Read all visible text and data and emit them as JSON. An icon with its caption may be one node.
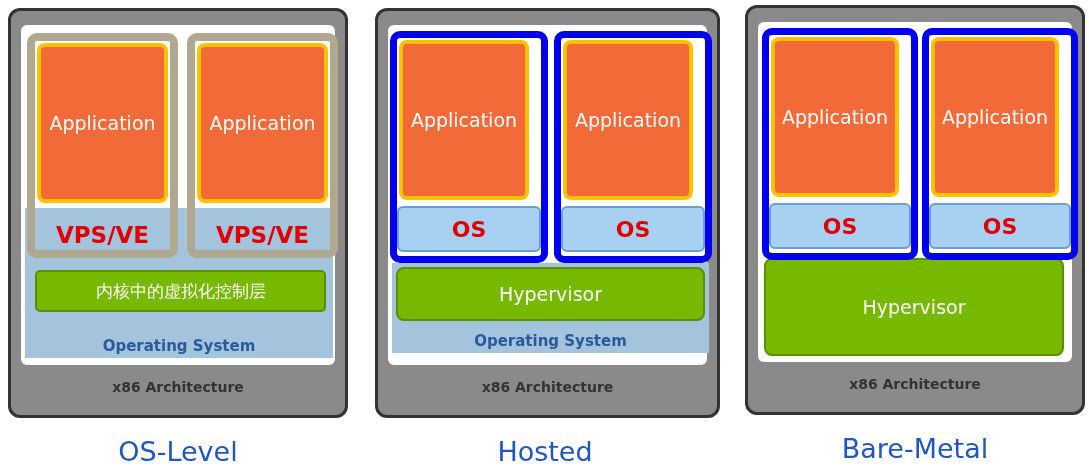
{
  "diagram": {
    "nodes": [
      {
        "text": [
          "x86 Architecture"
        ],
        "beside": [
          "OS-Level"
        ]
      },
      {
        "text": [
          "VPS/VE"
        ],
        "in": 0
      },
      {
        "text": [
          "Application"
        ],
        "in": 1
      },
      {
        "text": [
          "VPS/VE"
        ],
        "in": 0
      },
      {
        "text": [
          "Application"
        ],
        "in": 3
      },
      {
        "text": [
          "Operating System"
        ],
        "in": 0
      },
      {
        "text": [
          "内核中的虚拟化控制层"
        ],
        "in": 5
      },
      {
        "text": [
          "x86 Architecture"
        ],
        "beside": [
          "Hosted"
        ]
      },
      {
        "text": [],
        "shape": "box",
        "in": 7
      },
      {
        "text": [
          "Application"
        ],
        "in": 8
      },
      {
        "text": [
          "OS"
        ],
        "in": 8
      },
      {
        "text": [],
        "shape": "box",
        "in": 7
      },
      {
        "text": [
          "Application"
        ],
        "in": 11
      },
      {
        "text": [
          "OS"
        ],
        "in": 11
      },
      {
        "text": [
          "Operating System"
        ],
        "in": 7
      },
      {
        "text": [
          "Hypervisor"
        ],
        "in": 14
      },
      {
        "text": [
          "x86 Architecture"
        ],
        "beside": [
          "Bare-Metal"
        ]
      },
      {
        "text": [],
        "shape": "box",
        "in": 16
      },
      {
        "text": [
          "Application"
        ],
        "in": 17
      },
      {
        "text": [
          "OS"
        ],
        "in": 17
      },
      {
        "text": [],
        "shape": "box",
        "in": 16
      },
      {
        "text": [
          "Application"
        ],
        "in": 20
      },
      {
        "text": [
          "OS"
        ],
        "in": 20
      },
      {
        "text": [
          "Hypervisor"
        ],
        "in": 16
      }
    ]
  }
}
